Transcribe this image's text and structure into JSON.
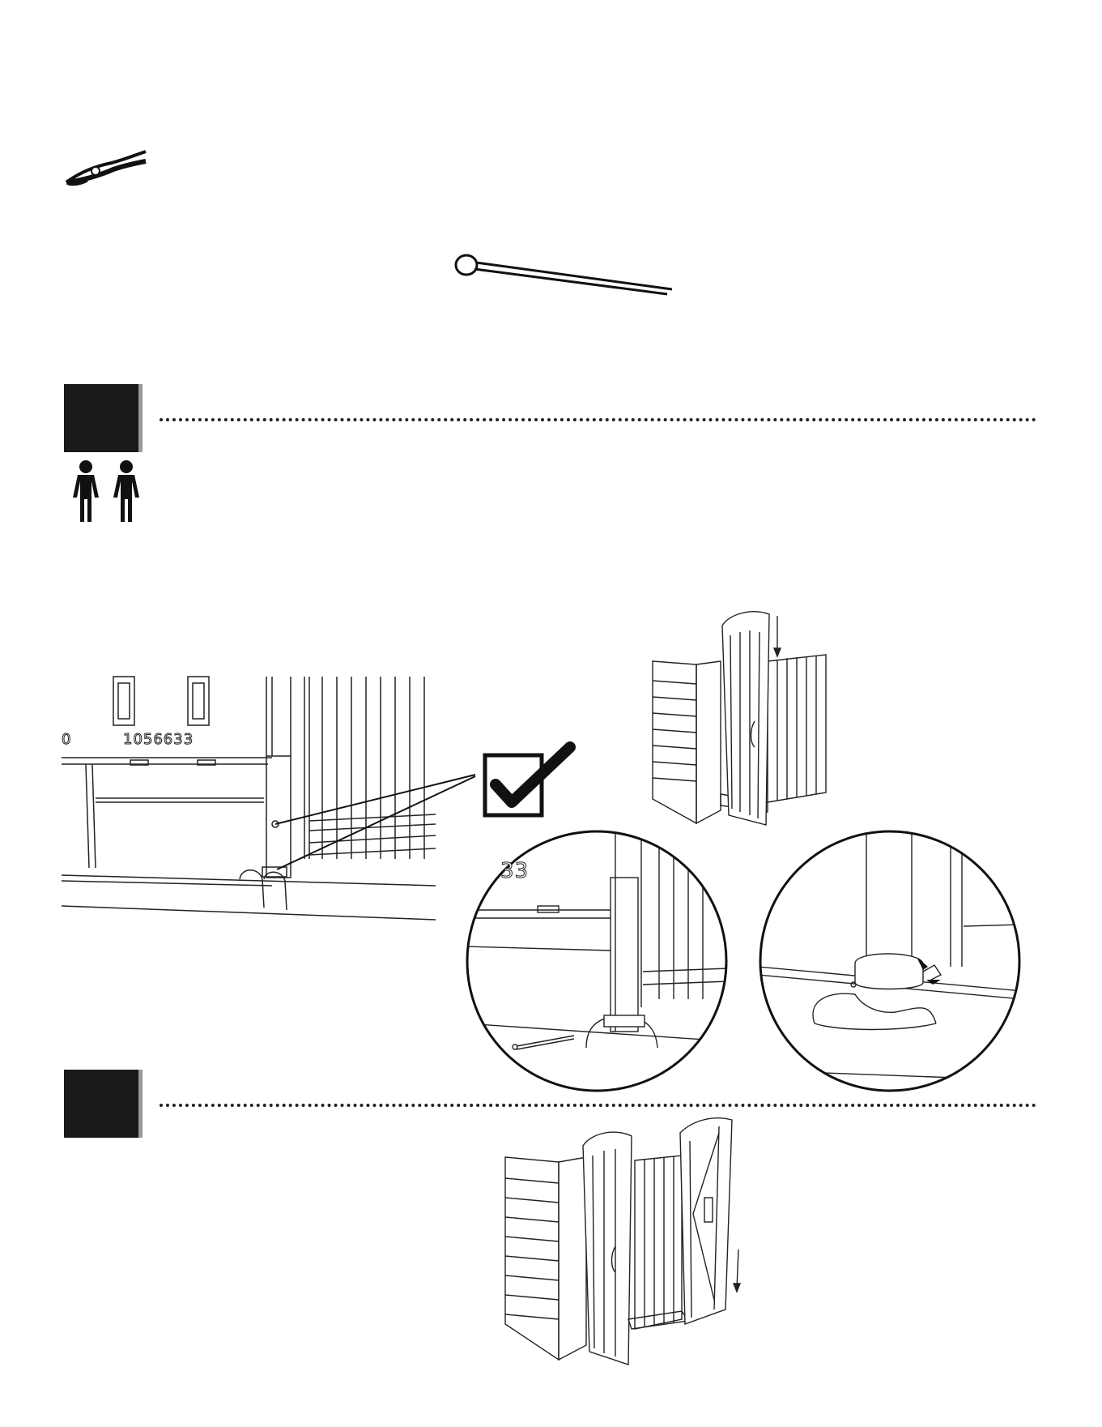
{
  "tools": {
    "pliers_icon": "pliers-icon"
  },
  "hardware": {
    "pin_icon": "cotter-pin-icon"
  },
  "steps": [
    {
      "people_icon": "two-people-icon"
    },
    {}
  ],
  "diagram": {
    "part_number": "1056633",
    "part_number_fragment": "33",
    "edge_fragment": "0",
    "check_icon": "checkmark-icon"
  }
}
